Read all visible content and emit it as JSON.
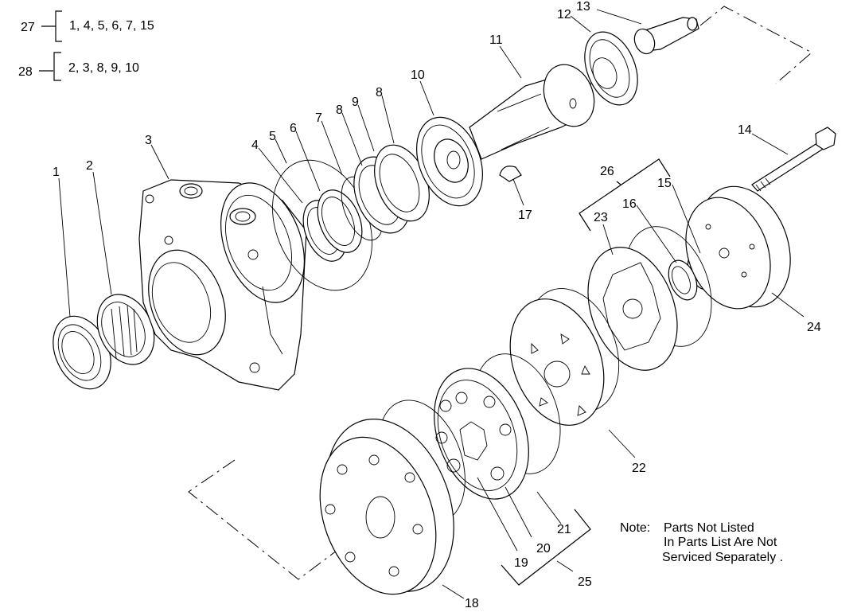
{
  "groups": [
    {
      "number": "27",
      "items": "1, 4, 5, 6, 7, 15"
    },
    {
      "number": "28",
      "items": "2, 3, 8, 9, 10"
    }
  ],
  "callouts": {
    "c1": "1",
    "c2": "2",
    "c3": "3",
    "c4": "4",
    "c5": "5",
    "c6": "6",
    "c7": "7",
    "c8a": "8",
    "c8b": "8",
    "c9": "9",
    "c10": "10",
    "c11": "11",
    "c12": "12",
    "c13": "13",
    "c14": "14",
    "c15": "15",
    "c16": "16",
    "c17": "17",
    "c18": "18",
    "c19": "19",
    "c20": "20",
    "c21": "21",
    "c22": "22",
    "c23": "23",
    "c24": "24",
    "c25": "25",
    "c26": "26"
  },
  "note": {
    "prefix": "Note:",
    "line1": "Parts Not Listed",
    "line2": "In Parts List Are Not",
    "line3": "Serviced Separately ."
  }
}
